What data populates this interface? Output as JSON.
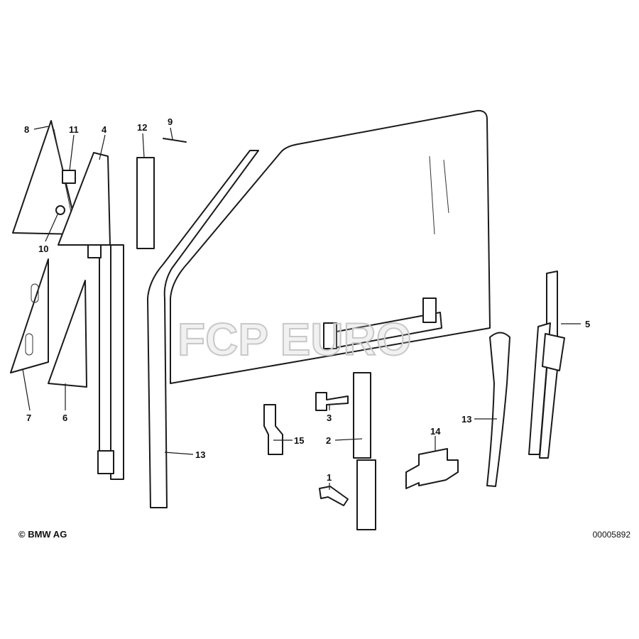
{
  "watermark": "FCP EURO",
  "callouts": {
    "c8": "8",
    "c11": "11",
    "c4": "4",
    "c12": "12",
    "c9": "9",
    "c10": "10",
    "c7": "7",
    "c6": "6",
    "c13a": "13",
    "c3": "3",
    "c2": "2",
    "c1": "1",
    "c15": "15",
    "c14": "14",
    "c13b": "13",
    "c5": "5"
  },
  "footer": {
    "copyright": "© BMW AG",
    "drawing_number": "00005892"
  }
}
